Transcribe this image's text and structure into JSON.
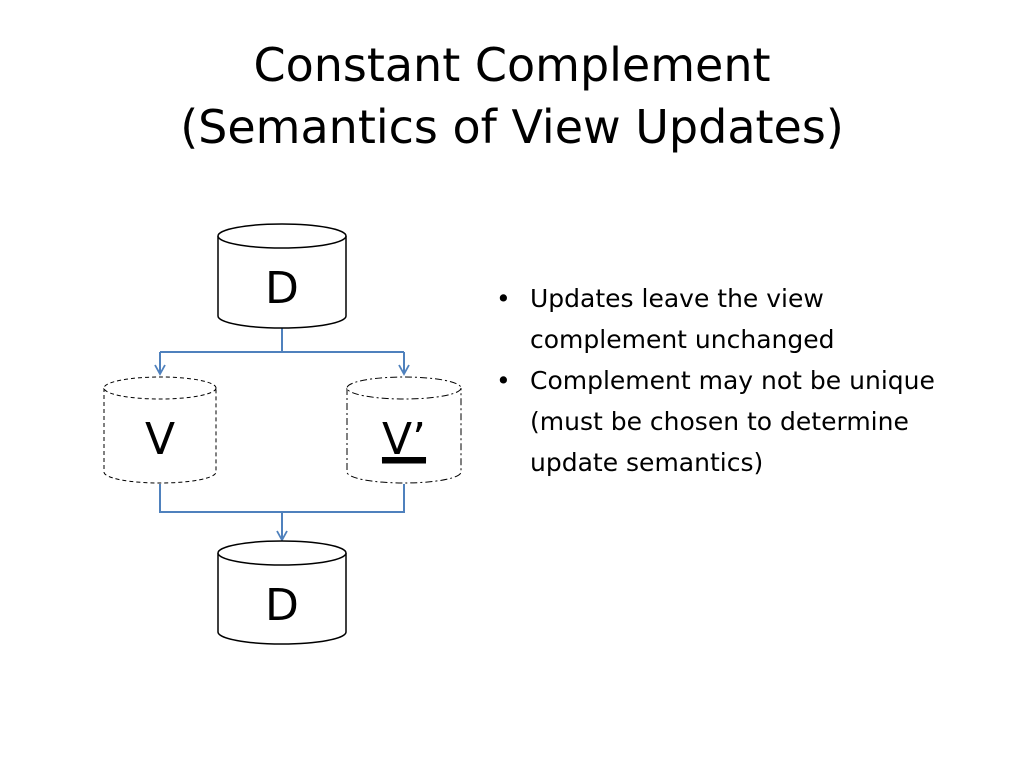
{
  "title": {
    "line1": "Constant Complement",
    "line2": "(Semantics of View Updates)"
  },
  "diagram": {
    "nodes": {
      "top_database": "D",
      "view": "V",
      "view_complement": "V’",
      "bottom_database": "D"
    },
    "colors": {
      "connector": "#4f81bd",
      "outline": "#000000"
    }
  },
  "bullets": {
    "symbol": "•",
    "items": [
      "Updates leave the view complement unchanged",
      "Complement may not be unique (must be chosen to determine update semantics)"
    ]
  }
}
